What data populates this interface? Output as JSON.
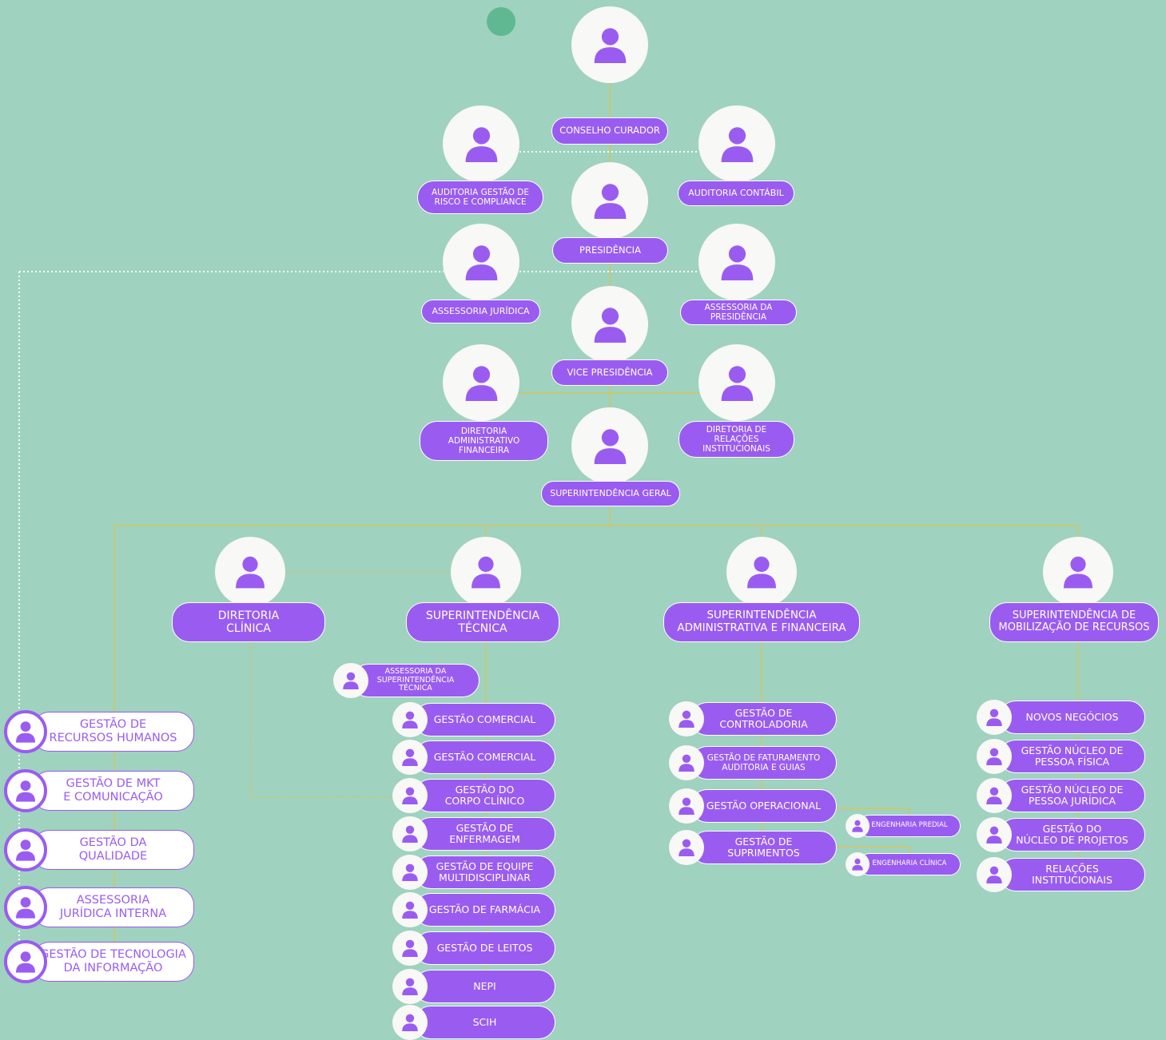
{
  "colors": {
    "background": "#9fd2bf",
    "accent": "#9a5cf0",
    "line": "#e0c24a",
    "dotted": "#ffffff",
    "dot": "#5fb891"
  },
  "icons": {
    "avatar": "person-icon"
  },
  "top": {
    "conselho": "CONSELHO CURADOR",
    "auditoria_risco": "AUDITORIA GESTÃO DE\nRISCO E COMPLIANCE",
    "auditoria_contabil": "AUDITORIA CONTÁBIL",
    "presidencia": "PRESIDÊNCIA",
    "assessoria_juridica": "ASSESSORIA JURÍDICA",
    "assessoria_presidencia": "ASSESSORIA DA\nPRESIDÊNCIA",
    "vice": "VICE PRESIDÊNCIA",
    "diretoria_adm": "DIRETORIA\nADMINISTRATIVO\nFINANCEIRA",
    "diretoria_rel": "DIRETORIA DE\nRELAÇÕES\nINSTITUCIONAIS",
    "superintendencia_geral": "SUPERINTENDÊNCIA GERAL"
  },
  "level2": {
    "diretoria_clinica": "DIRETORIA\nCLÍNICA",
    "sup_tecnica": "SUPERINTENDÊNCIA\nTÉCNICA",
    "sup_adm": "SUPERINTENDÊNCIA\nADMINISTRATIVA E FINANCEIRA",
    "sup_mob": "SUPERINTENDÊNCIA DE\nMOBILIZAÇÃO DE RECURSOS"
  },
  "left_column": [
    "GESTÃO DE\nRECURSOS HUMANOS",
    "GESTÃO DE MKT\nE COMUNICAÇÃO",
    "GESTÃO DA\nQUALIDADE",
    "ASSESSORIA\nJURÍDICA INTERNA",
    "GESTÃO DE TECNOLOGIA\nDA INFORMAÇÃO"
  ],
  "tecnica": {
    "assessoria": "ASSESSORIA DA\nSUPERINTENDÊNCIA\nTÉCNICA",
    "items": [
      "GESTÃO COMERCIAL",
      "GESTÃO COMERCIAL",
      "GESTÃO DO\nCORPO CLÍNICO",
      "GESTÃO DE\nENFERMAGEM",
      "GESTÃO DE EQUIPE\nMULTIDISCIPLINAR",
      "GESTÃO DE FARMÁCIA",
      "GESTÃO DE LEITOS",
      "NEPI",
      "SCIH"
    ]
  },
  "administrativa": {
    "items": [
      "GESTÃO DE\nCONTROLADORIA",
      "GESTÃO DE FATURAMENTO\nAUDITORIA E GUIAS",
      "GESTÃO OPERACIONAL",
      "GESTÃO DE\nSUPRIMENTOS"
    ],
    "sub": [
      "ENGENHARIA PREDIAL",
      "ENGENHARIA CLÍNICA"
    ]
  },
  "mobilizacao": {
    "items": [
      "NOVOS NEGÓCIOS",
      "GESTÃO NÚCLEO DE\nPESSOA FÍSICA",
      "GESTÃO NÚCLEO DE\nPESSOA JURÍDICA",
      "GESTÃO DO\nNÚCLEO DE PROJETOS",
      "RELAÇÕES\nINSTITUCIONAIS"
    ]
  }
}
